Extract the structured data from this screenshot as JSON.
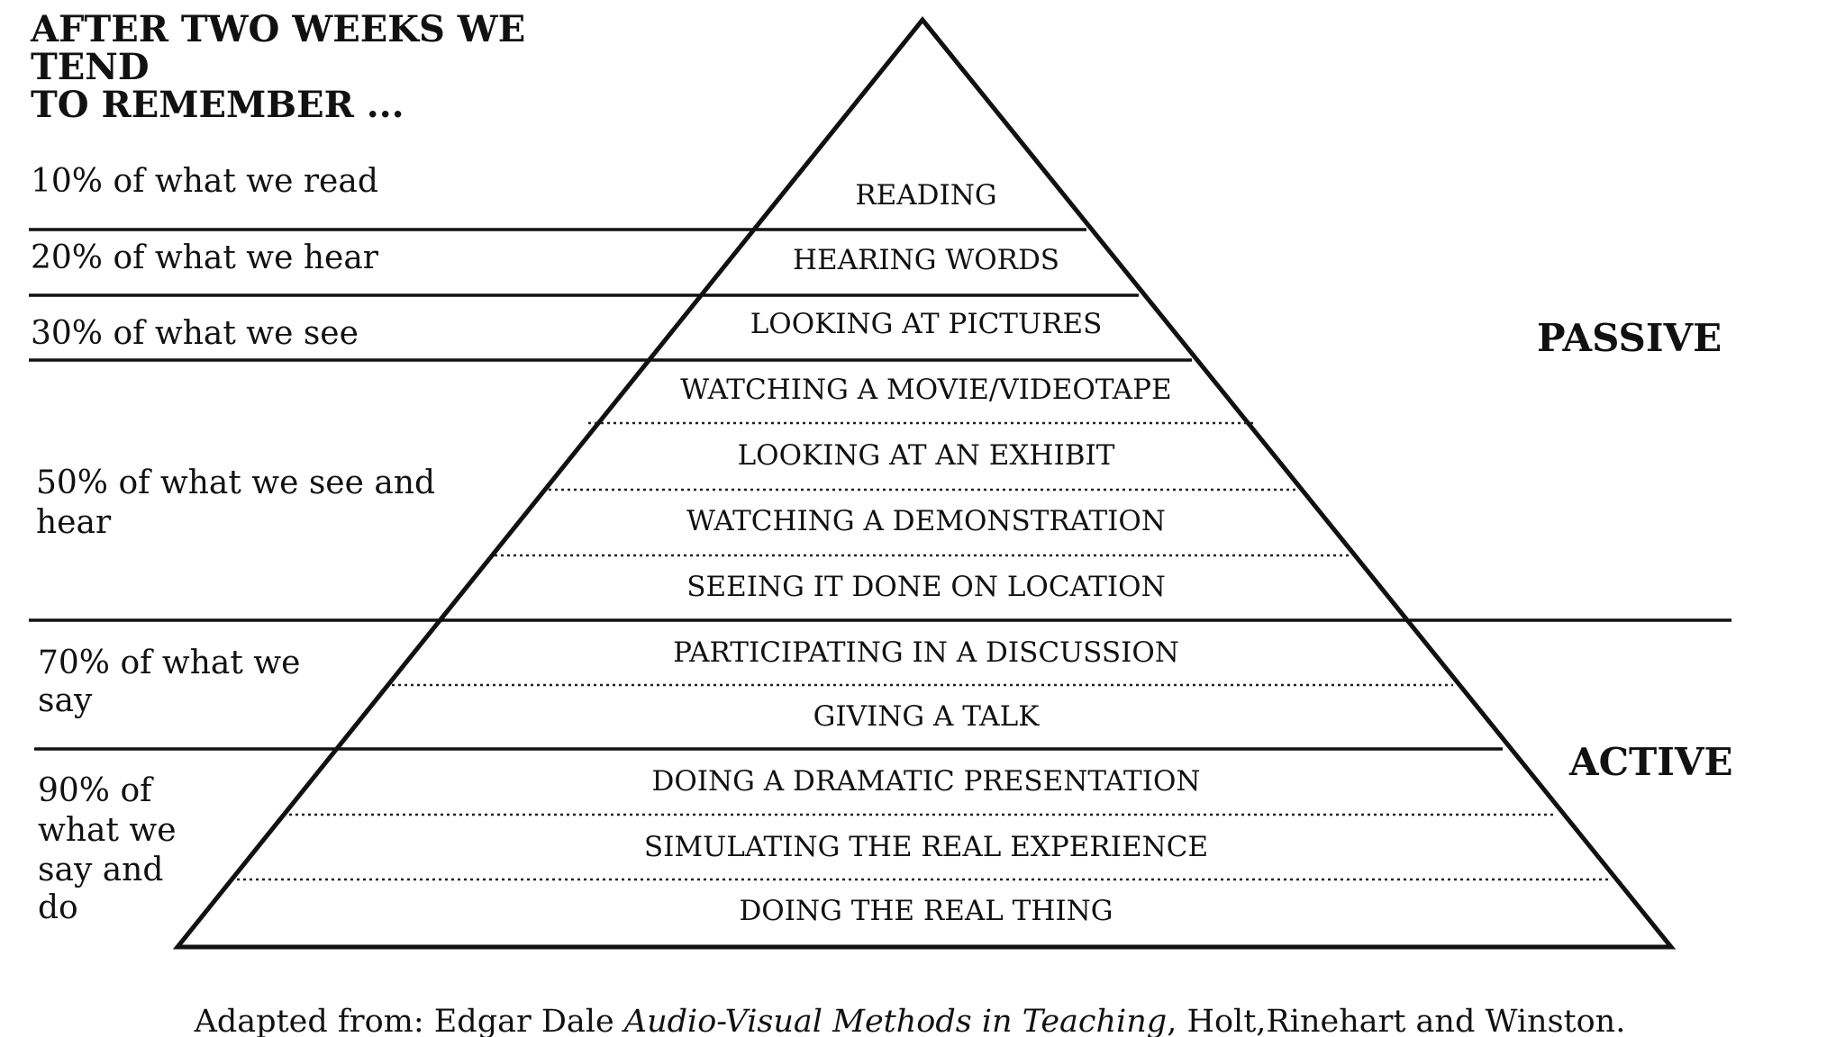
{
  "heading": [
    "AFTER TWO WEEKS WE",
    "TEND",
    "TO REMEMBER ..."
  ],
  "retention_rows": [
    {
      "lines": [
        "10% of what we read"
      ]
    },
    {
      "lines": [
        "20% of what we hear"
      ]
    },
    {
      "lines": [
        "30% of what we see"
      ]
    },
    {
      "lines": [
        "50% of what we see and",
        "hear"
      ]
    },
    {
      "lines": [
        "70% of what we",
        "say"
      ]
    },
    {
      "lines": [
        "90% of",
        "what we",
        "say and",
        "do"
      ]
    }
  ],
  "pyramid_levels": [
    "READING",
    "HEARING WORDS",
    "LOOKING AT PICTURES",
    "WATCHING A MOVIE/VIDEOTAPE",
    "LOOKING AT AN EXHIBIT",
    "WATCHING A DEMONSTRATION",
    "SEEING  IT DONE ON LOCATION",
    "PARTICIPATING IN A DISCUSSION",
    "GIVING A TALK",
    "DOING A  DRAMATIC PRESENTATION",
    "SIMULATING THE REAL EXPERIENCE",
    "DOING THE REAL THING"
  ],
  "side_labels": {
    "passive": "PASSIVE",
    "active": "ACTIVE"
  },
  "citation": {
    "prefix": "Adapted from: Edgar Dale ",
    "title": "Audio-Visual Methods in Teaching",
    "suffix": ", Holt,Rinehart and Winston."
  }
}
